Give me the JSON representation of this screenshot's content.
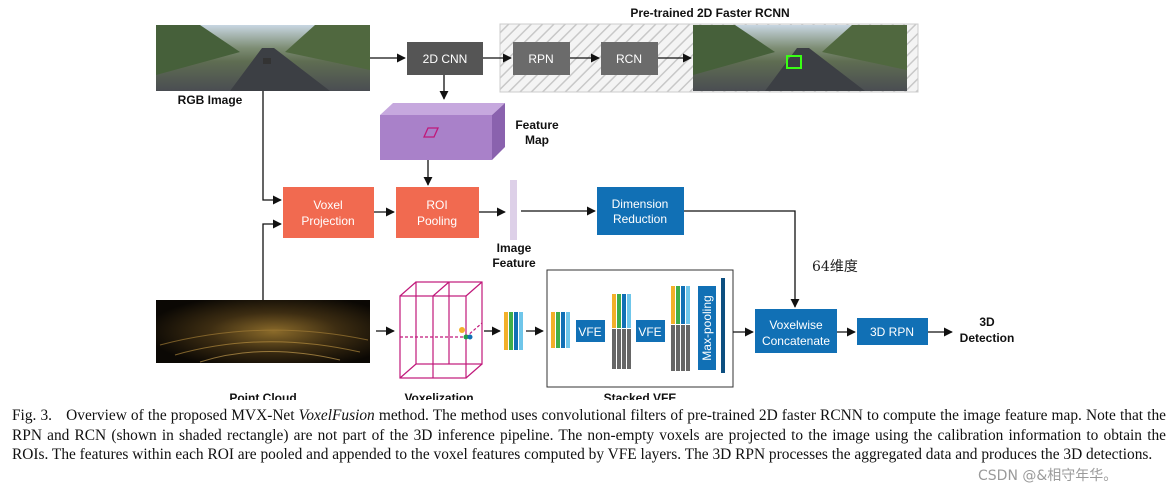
{
  "labels": {
    "pretrained": "Pre-trained 2D Faster RCNN",
    "rgb_image": "RGB Image",
    "feature_map_1": "Feature",
    "feature_map_2": "Map",
    "image_feature_1": "Image",
    "image_feature_2": "Feature",
    "point_cloud": "Point Cloud",
    "voxelization": "Voxelization",
    "stacked_vfe": "Stacked VFE",
    "detection_1": "3D",
    "detection_2": "Detection",
    "dim_note": "64维度"
  },
  "boxes": {
    "cnn": "2D CNN",
    "rpn": "RPN",
    "rcn": "RCN",
    "voxel_projection_1": "Voxel",
    "voxel_projection_2": "Projection",
    "roi_pooling_1": "ROI",
    "roi_pooling_2": "Pooling",
    "dimension_reduction_1": "Dimension",
    "dimension_reduction_2": "Reduction",
    "vfe_1": "VFE",
    "vfe_2": "VFE",
    "max_pooling": "Max-pooling",
    "voxelwise_concat_1": "Voxelwise",
    "voxelwise_concat_2": "Concatenate",
    "rpn_3d": "3D RPN"
  },
  "colors": {
    "dark_gray": "#555555",
    "light_gray": "#6b6b6b",
    "orange": "#f16a50",
    "blue": "#1170b5",
    "purple": "#a981c9",
    "feature_lilac": "#ddd0e8"
  },
  "caption": {
    "fig": "Fig. 3.",
    "part1": "Overview of the proposed MVX-Net",
    "italic": "VoxelFusion",
    "part2": "method. The method uses convolutional filters of pre-trained 2D faster RCNN to compute the image feature map. Note that the RPN and RCN (shown in shaded rectangle) are not part of the 3D inference pipeline. The non-empty voxels are projected to the image using the calibration information to obtain the ROIs. The features within each ROI are pooled and appended to the voxel features computed by VFE layers. The 3D RPN processes the aggregated data and produces the 3D detections."
  },
  "watermark": "CSDN @&相守年华。"
}
